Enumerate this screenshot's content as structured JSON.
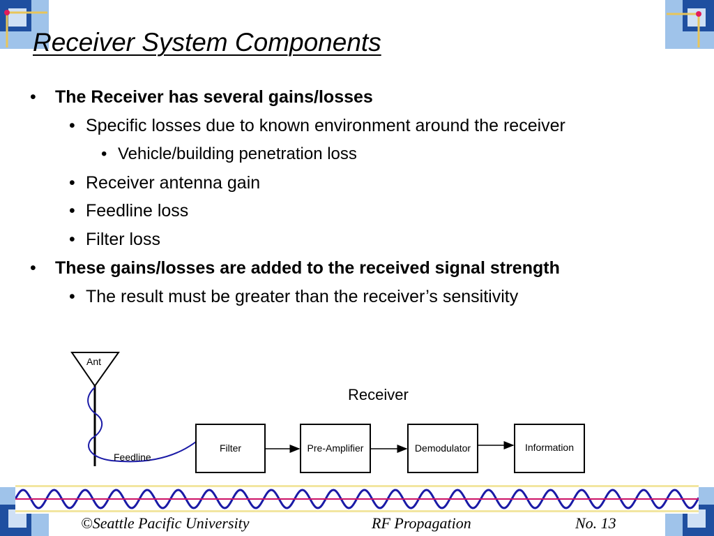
{
  "slide": {
    "title": "Receiver System Components"
  },
  "bullets": [
    {
      "level": 1,
      "text": "The Receiver has several gains/losses"
    },
    {
      "level": 2,
      "text": "Specific losses due to known environment around the receiver"
    },
    {
      "level": 3,
      "text": "Vehicle/building penetration loss"
    },
    {
      "level": 2,
      "text": "Receiver antenna gain"
    },
    {
      "level": 2,
      "text": "Feedline loss"
    },
    {
      "level": 2,
      "text": "Filter loss"
    },
    {
      "level": 1,
      "text": "These gains/losses are added to the received signal strength"
    },
    {
      "level": 2,
      "text": "The result must be greater than the receiver’s sensitivity"
    }
  ],
  "bullet_glyph": "•",
  "diagram": {
    "antenna_label": "Ant",
    "feedline_label": "Feedline",
    "receiver_label": "Receiver",
    "blocks": [
      "Filter",
      "Pre-Amplifier",
      "Demodulator",
      "Information"
    ]
  },
  "footer": {
    "left": "©Seattle Pacific University",
    "center": "RF Propagation",
    "right": "No. 13"
  },
  "colors": {
    "wave": "#1a1aa6",
    "line": "#cc1166",
    "band": "#f2e6a0",
    "corner_blue": "#1f4fa0",
    "corner_light": "#9fc3ea"
  }
}
